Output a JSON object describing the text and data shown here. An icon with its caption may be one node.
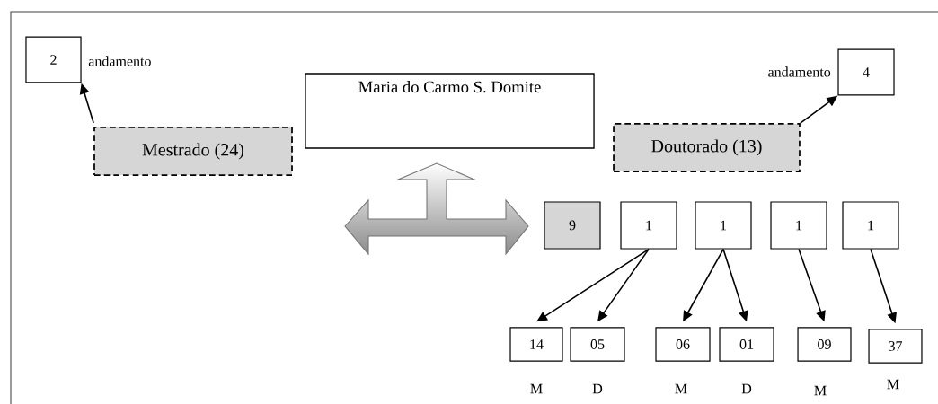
{
  "diagram": {
    "nodes": [
      {
        "text": [
          "2"
        ],
        "beside": [
          "andamento"
        ]
      },
      {
        "text": [
          "Mestrado (24)"
        ]
      },
      {
        "text": [
          "Maria do Carmo S. Domite"
        ]
      },
      {
        "text": [
          "Doutorado (13)"
        ]
      },
      {
        "text": [
          "4"
        ],
        "beside": [
          "andamento"
        ]
      },
      {
        "text": [
          "9"
        ]
      },
      {
        "text": [
          "1"
        ]
      },
      {
        "text": [
          "1"
        ]
      },
      {
        "text": [
          "1"
        ]
      },
      {
        "text": [
          "1"
        ]
      },
      {
        "text": [
          "14"
        ]
      },
      {
        "text": [
          "05"
        ]
      },
      {
        "text": [
          "06"
        ]
      },
      {
        "text": [
          "01"
        ]
      },
      {
        "text": [
          "09"
        ]
      },
      {
        "text": [
          "37"
        ]
      }
    ],
    "edges": [
      {
        "from": 1,
        "to": 0,
        "arrow": "to"
      },
      {
        "from": 3,
        "to": 4,
        "arrow": "to"
      },
      {
        "from": 6,
        "to": 10,
        "arrow": "to"
      },
      {
        "from": 6,
        "to": 11,
        "arrow": "to"
      },
      {
        "from": 7,
        "to": 12,
        "arrow": "to"
      },
      {
        "from": 7,
        "to": 13,
        "arrow": "to"
      },
      {
        "from": 8,
        "to": 14,
        "arrow": "to"
      },
      {
        "from": 9,
        "to": 15,
        "arrow": "to"
      }
    ],
    "labels": [
      "M",
      "D",
      "M",
      "D",
      "M",
      "M"
    ]
  }
}
